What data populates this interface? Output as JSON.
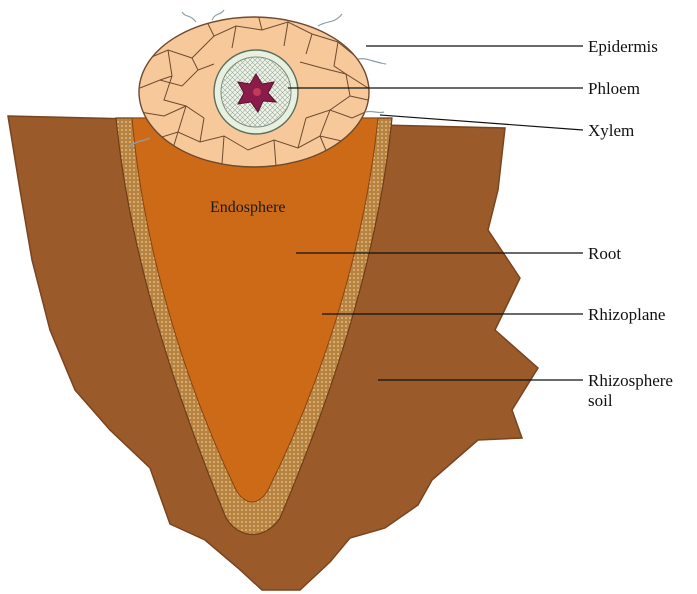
{
  "labels": {
    "epidermis": "Epidermis",
    "phloem": "Phloem",
    "xylem": "Xylem",
    "endosphere": "Endosphere",
    "root": "Root",
    "rhizoplane": "Rhizoplane",
    "rhizosphere_line1": "Rhizosphere",
    "rhizosphere_line2": "soil"
  },
  "colors": {
    "soil": "#9a5a2a",
    "soil_edge": "#7a4420",
    "root": "#cc6a18",
    "rhizoplane": "#b8823f",
    "cortex": "#f6c89a",
    "stele_ring": "#e8f0e0",
    "core": "#8b1c4a",
    "leader": "#111111"
  }
}
